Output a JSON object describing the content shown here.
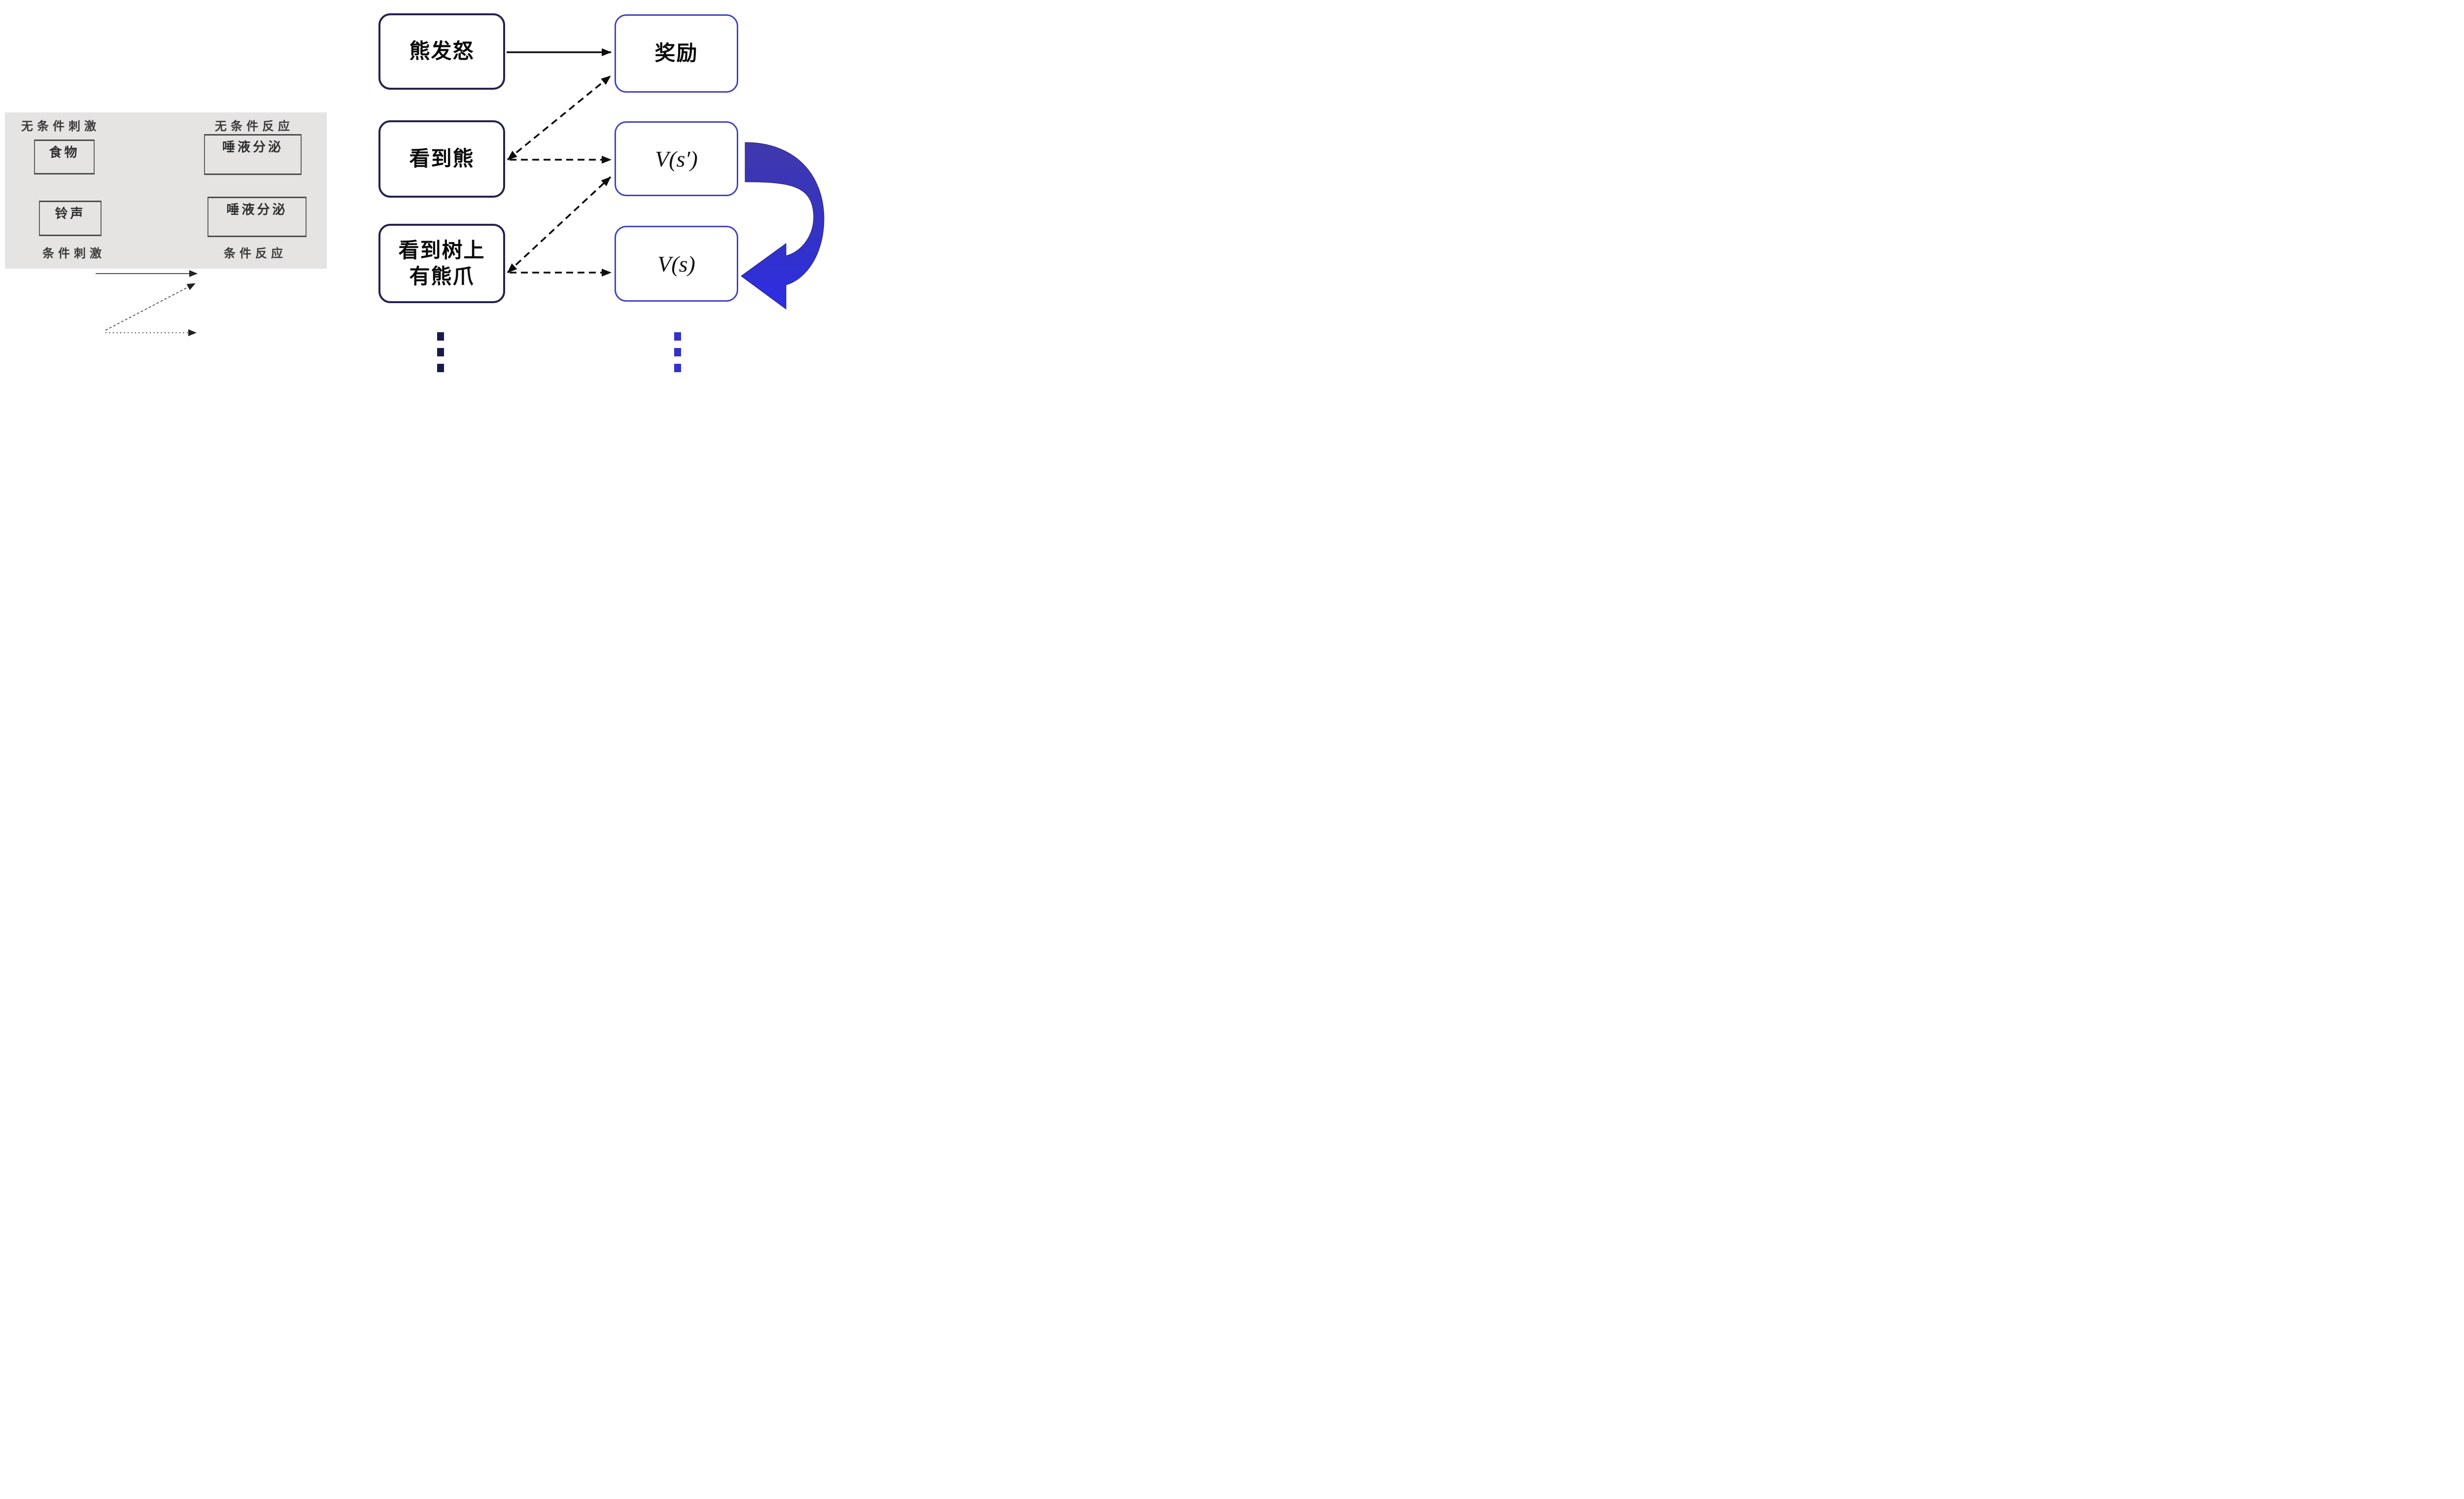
{
  "colors": {
    "panel-bg": "#e5e4e3",
    "panel-ink": "#3a3a3a",
    "panel-box-border": "#606060",
    "node-navy": "#23234e",
    "node-blue": "#4343bd",
    "connector-ink": "#0d0d0d",
    "dots-navy": "#1a1a49",
    "dots-blue": "#3231cb",
    "ribbon-top": "#4038ab",
    "ribbon-bottom": "#2d2ce4"
  },
  "conditioning": {
    "top_left_label": "无条件刺激",
    "top_right_label": "无条件反应",
    "bottom_left_label": "条件刺激",
    "bottom_right_label": "条件反应",
    "food_box": "食物",
    "bell_box": "铃声",
    "saliva_box_top": "唾液分泌",
    "saliva_box_bottom": "唾液分泌"
  },
  "td": {
    "bear_angry": "熊发怒",
    "reward": "奖励",
    "see_bear": "看到熊",
    "v_s_prime": "V(s′)",
    "see_claws_line1": "看到树上",
    "see_claws_line2": "有熊爪",
    "v_s": "V(s)"
  }
}
